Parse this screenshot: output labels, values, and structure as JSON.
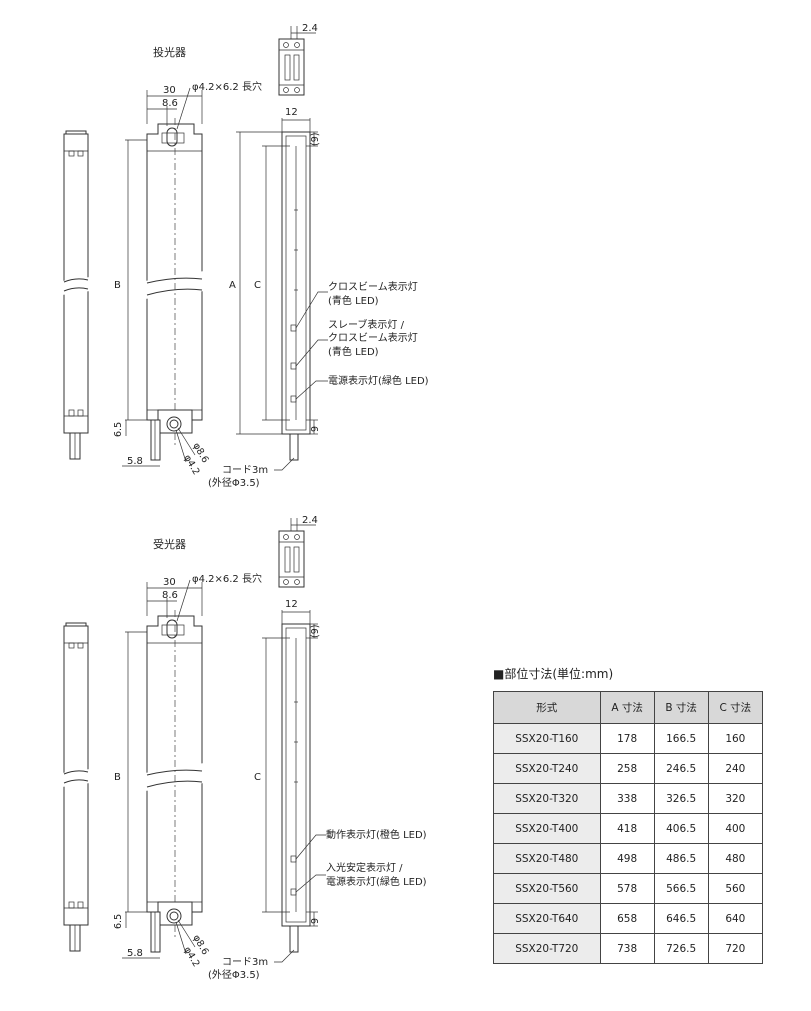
{
  "emitter": {
    "title": "投光器",
    "dims": {
      "width": "30",
      "hole_offset": "8.6",
      "hole": "φ4.2×6.2 長穴",
      "side_thickness": "2.4",
      "depth": "12",
      "top_margin": "(9)",
      "bottom_margin": "9",
      "a": "A",
      "b": "B",
      "c": "C",
      "bottom_offset": "6.5",
      "cable_offset": "5.8",
      "phi_outer": "φ8.6",
      "phi_inner": "φ4.2"
    },
    "callouts": [
      {
        "line1": "クロスビーム表示灯",
        "line2": "(青色 LED)"
      },
      {
        "line1": "スレーブ表示灯 /",
        "line2": "クロスビーム表示灯",
        "line3": "(青色 LED)"
      },
      {
        "line1": "電源表示灯(緑色 LED)"
      }
    ],
    "cable": {
      "line1": "コード3m",
      "line2": "(外径Φ3.5)"
    }
  },
  "receiver": {
    "title": "受光器",
    "dims": {
      "width": "30",
      "hole_offset": "8.6",
      "hole": "φ4.2×6.2 長穴",
      "side_thickness": "2.4",
      "depth": "12",
      "top_margin": "(9)",
      "bottom_margin": "9",
      "b": "B",
      "c": "C",
      "bottom_offset": "6.5",
      "cable_offset": "5.8",
      "phi_outer": "φ8.6",
      "phi_inner": "φ4.2"
    },
    "callouts": [
      {
        "line1": "動作表示灯(橙色 LED)"
      },
      {
        "line1": "入光安定表示灯 /",
        "line2": "電源表示灯(緑色 LED)"
      }
    ],
    "cable": {
      "line1": "コード3m",
      "line2": "(外径Φ3.5)"
    }
  },
  "spec_table": {
    "title": "■部位寸法(単位:mm)",
    "headers": [
      "形式",
      "A 寸法",
      "B 寸法",
      "C 寸法"
    ],
    "rows": [
      [
        "SSX20-T160",
        "178",
        "166.5",
        "160"
      ],
      [
        "SSX20-T240",
        "258",
        "246.5",
        "240"
      ],
      [
        "SSX20-T320",
        "338",
        "326.5",
        "320"
      ],
      [
        "SSX20-T400",
        "418",
        "406.5",
        "400"
      ],
      [
        "SSX20-T480",
        "498",
        "486.5",
        "480"
      ],
      [
        "SSX20-T560",
        "578",
        "566.5",
        "560"
      ],
      [
        "SSX20-T640",
        "658",
        "646.5",
        "640"
      ],
      [
        "SSX20-T720",
        "738",
        "726.5",
        "720"
      ]
    ]
  }
}
